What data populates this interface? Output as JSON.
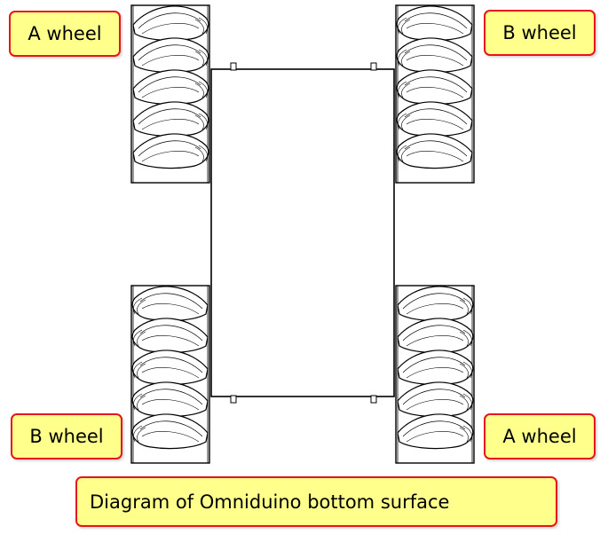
{
  "labels": {
    "top_left": "A wheel",
    "top_right": "B wheel",
    "bottom_left": "B wheel",
    "bottom_right": "A wheel"
  },
  "caption": "Diagram of Omniduino bottom surface",
  "colors": {
    "label_border": "#e8141b",
    "label_fill": "#ffff8c",
    "line": "#000000",
    "background": "#ffffff"
  }
}
